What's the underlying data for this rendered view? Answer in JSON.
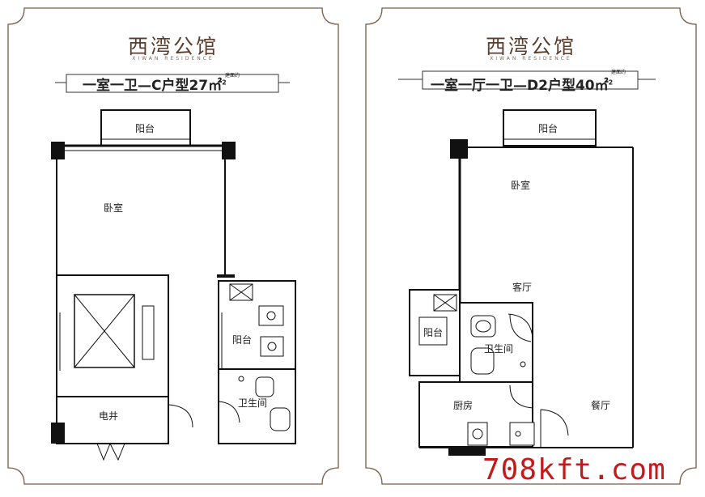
{
  "left": {
    "brand": "西湾公馆",
    "brand_sub": "XIWAN RESIDENCE",
    "title": "一室一卫—C户型27㎡",
    "title_small": "建面约",
    "title_sup": "2",
    "rooms": {
      "balcony_top": "阳台",
      "bedroom": "卧室",
      "balcony_mid": "阳台",
      "bathroom": "卫生间",
      "shaft": "电井"
    }
  },
  "right": {
    "brand": "西湾公馆",
    "brand_sub": "XIWAN RESIDENCE",
    "title": "一室一厅一卫—D2户型40㎡",
    "title_small": "建面约",
    "title_sup": "2",
    "rooms": {
      "balcony_top": "阳台",
      "bedroom": "卧室",
      "living": "客厅",
      "balcony_left": "阳台",
      "bathroom": "卫生间",
      "kitchen": "厨房",
      "dining": "餐厅"
    }
  },
  "watermark": "708kft.com",
  "colors": {
    "frame": "#7a5a45",
    "wall": "#111111",
    "watermark": "#c41a1a"
  }
}
